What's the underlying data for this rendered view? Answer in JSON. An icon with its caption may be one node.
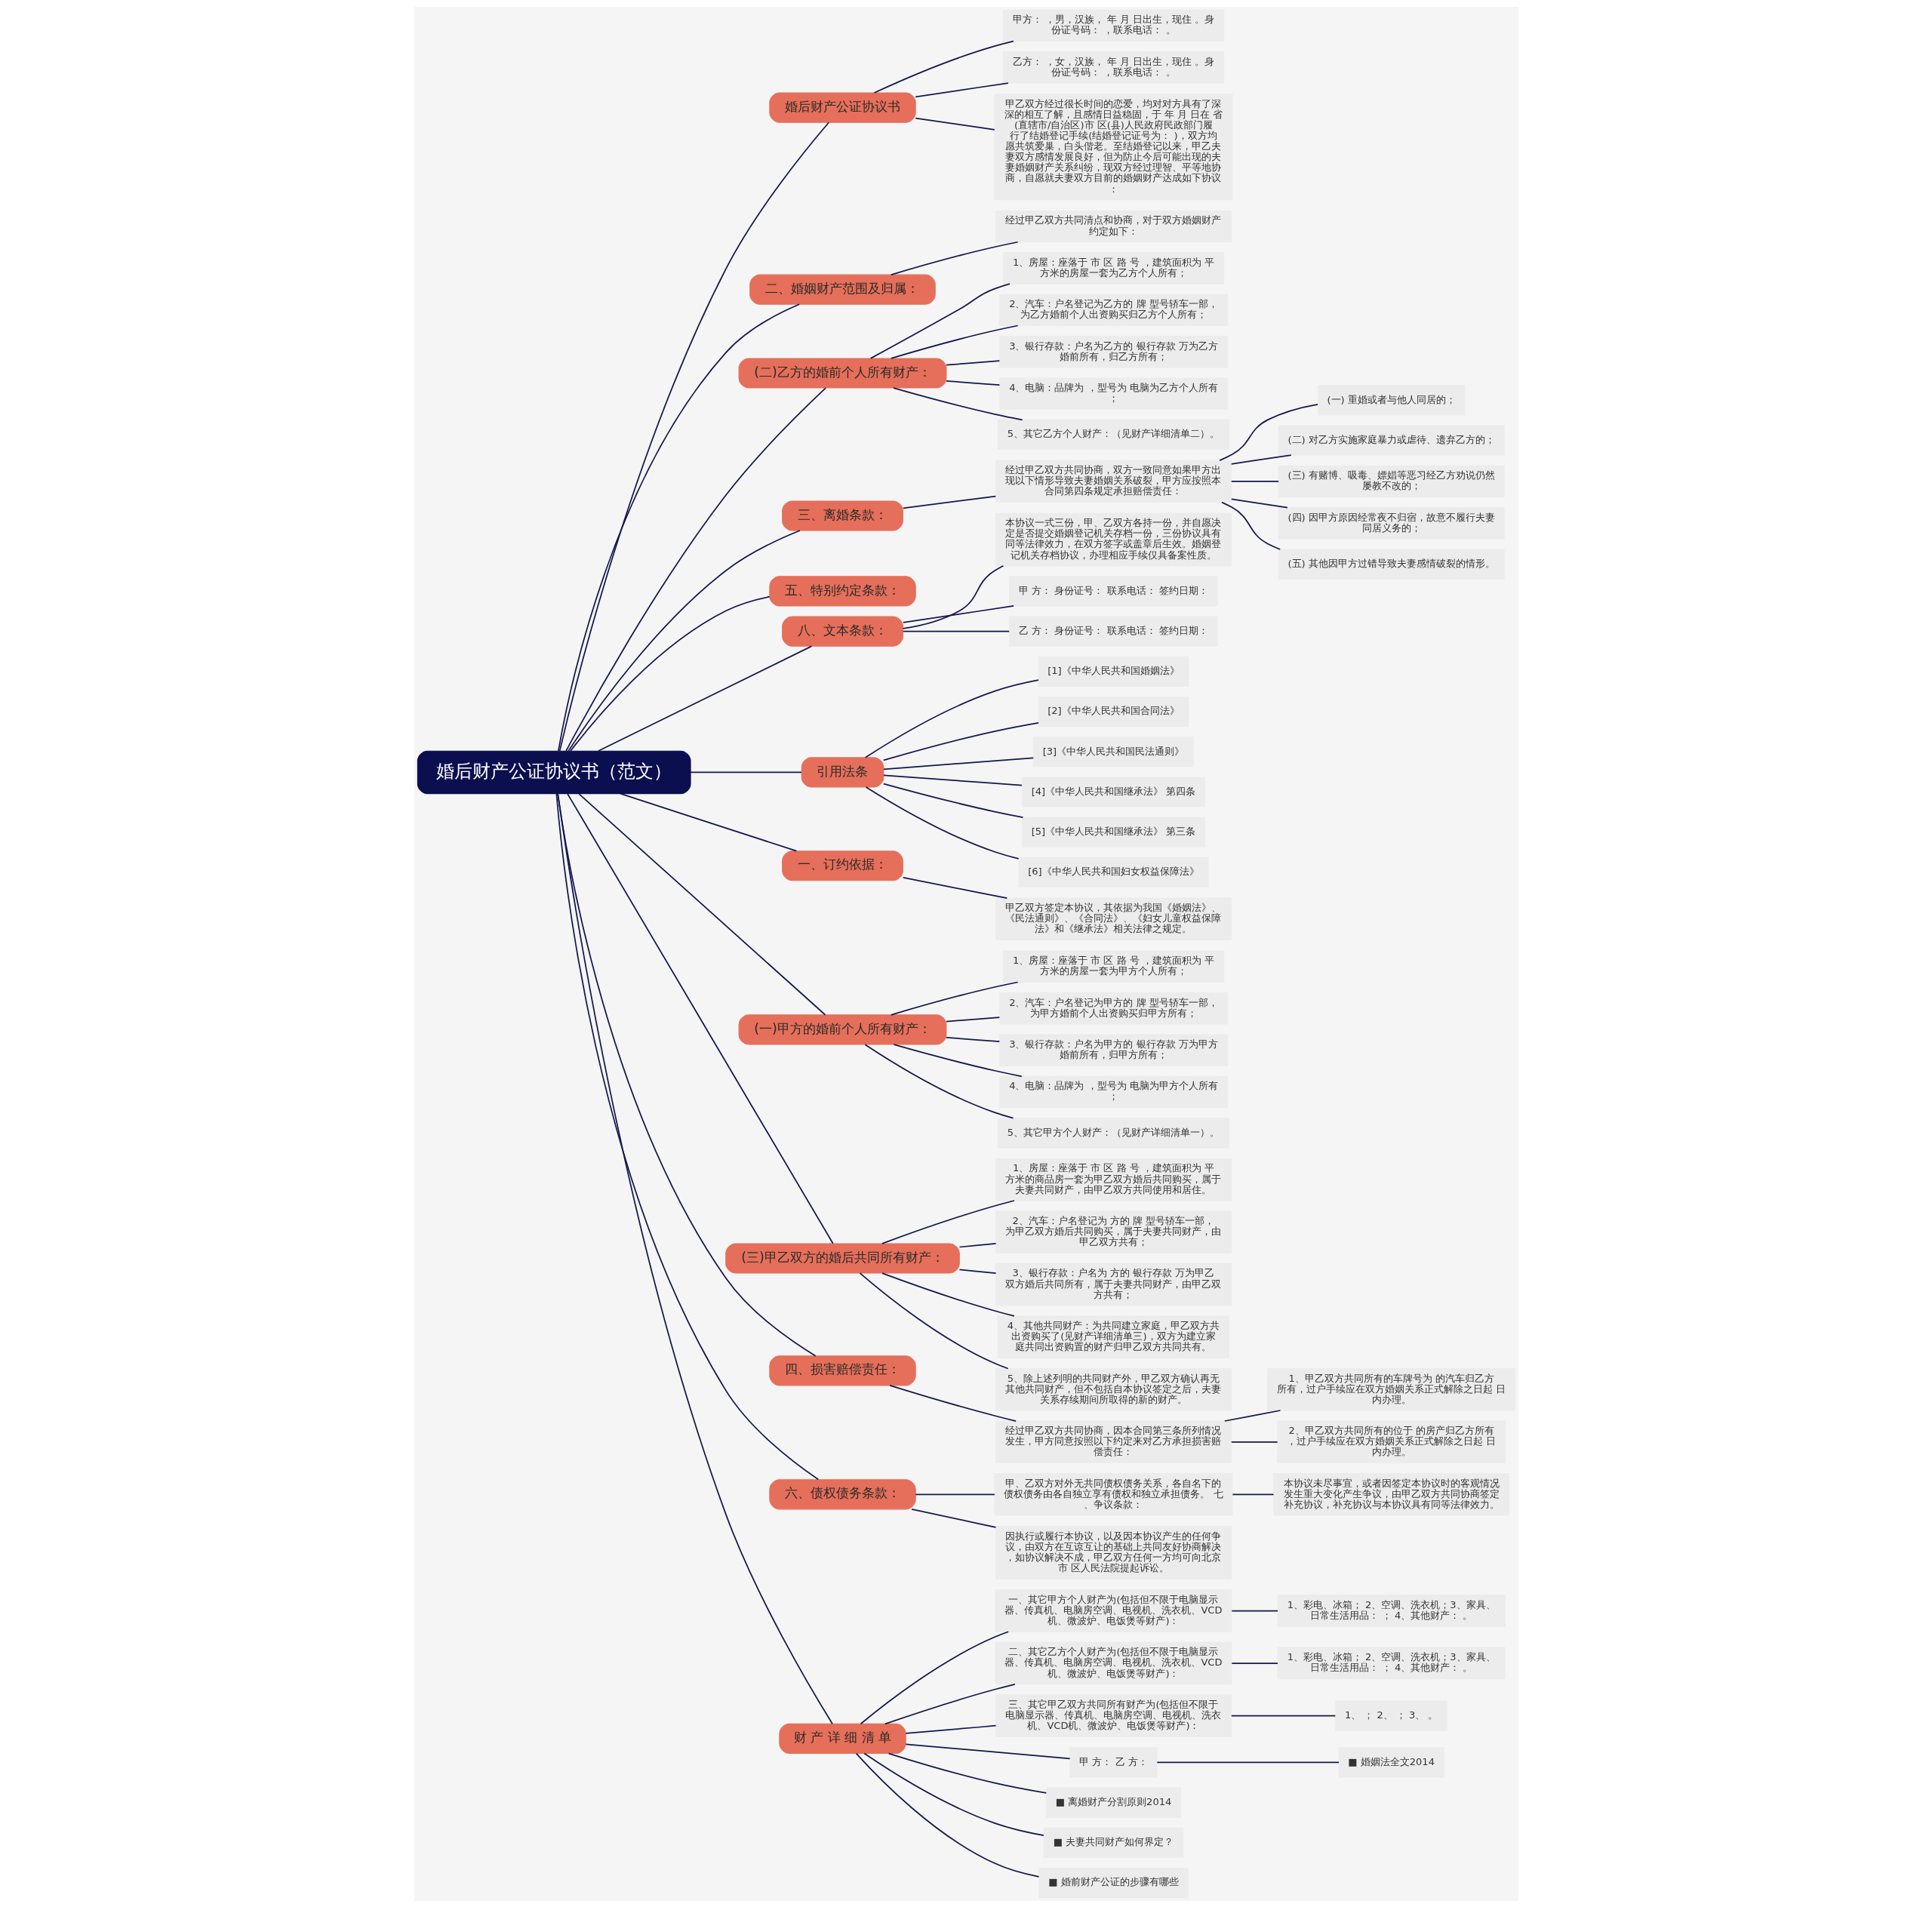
{
  "diagram": {
    "nodes": [
      {
        "text": [
          "婚后财产公证协议书（范文）"
        ]
      },
      {
        "text": [
          "婚后财产公证协议书"
        ]
      },
      {
        "text": [
          "甲方： ，男，汉族， 年 月 日出生，现住 。身份证号码： ，联系电话： 。"
        ]
      },
      {
        "text": [
          "乙方： ，女，汉族， 年 月 日出生，现住 。身份证号码： ，联系电话： 。"
        ]
      },
      {
        "text": [
          "甲乙双方经过很长时间的恋爱，均对对方具有了深深的相互了解，且感情日益稳固，于 年 月 日在 省(直辖市/自治区)市 区(县)人民政府民政部门履行了结婚登记手续(结婚登记证号为： )，双方均愿共筑爱巢，白头偕老。至结婚登记以来，甲乙夫妻双方感情发展良好，但为防止今后可能出现的夫妻婚姻财产关系纠纷，现双方经过理智、平等地协商，自愿就夫妻双方目前的婚姻财产达成如下协议："
        ]
      },
      {
        "text": [
          "二、婚姻财产范围及归属："
        ]
      },
      {
        "text": [
          "经过甲乙双方共同清点和协商，对于双方婚姻财产约定如下："
        ]
      },
      {
        "text": [
          "(二)乙方的婚前个人所有财产："
        ]
      },
      {
        "text": [
          "1、房屋：座落于 市 区 路 号 ，建筑面积为 平方米的房屋一套为乙方个人所有；"
        ]
      },
      {
        "text": [
          "2、汽车：户名登记为乙方的 牌 型号轿车一部，为乙方婚前个人出资购买归乙方个人所有；"
        ]
      },
      {
        "text": [
          "3、银行存款：户名为乙方的 银行存款 万为乙方婚前所有，归乙方所有；"
        ]
      },
      {
        "text": [
          "4、电脑：品牌为 ，型号为 电脑为乙方个人所有；"
        ]
      },
      {
        "text": [
          "5、其它乙方个人财产：（见财产详细清单二）。"
        ]
      },
      {
        "text": [
          "三、离婚条款："
        ]
      },
      {
        "text": [
          "经过甲乙双方共同协商，双方一致同意如果甲方出现以下情形导致夫妻婚姻关系破裂，甲方应按照本合同第四条规定承担赔偿责任："
        ]
      },
      {
        "text": [
          "(一) 重婚或者与他人同居的；"
        ]
      },
      {
        "text": [
          "(二) 对乙方实施家庭暴力或虐待、遗弃乙方的；"
        ]
      },
      {
        "text": [
          "(三) 有赌博、吸毒、嫖娼等恶习经乙方劝说仍然屡教不改的；"
        ]
      },
      {
        "text": [
          "(四) 因甲方原因经常夜不归宿，故意不履行夫妻同居义务的；"
        ]
      },
      {
        "text": [
          "(五) 其他因甲方过错导致夫妻感情破裂的情形。"
        ]
      },
      {
        "text": [
          "五、特别约定条款："
        ]
      },
      {
        "text": [
          "八、文本条款："
        ]
      },
      {
        "text": [
          "本协议一式三份，甲、乙双方各持一份，并自愿决定是否提交婚姻登记机关存档一份，三份协议具有同等法律效力，在双方签字或盖章后生效。婚姻登记机关存档协议，办理相应手续仅具备案性质。"
        ]
      },
      {
        "text": [
          "甲 方： 身份证号： 联系电话： 签约日期："
        ]
      },
      {
        "text": [
          "乙 方： 身份证号： 联系电话： 签约日期："
        ]
      },
      {
        "text": [
          "引用法条"
        ]
      },
      {
        "text": [
          "[1]《中华人民共和国婚姻法》"
        ]
      },
      {
        "text": [
          "[2]《中华人民共和国合同法》"
        ]
      },
      {
        "text": [
          "[3]《中华人民共和国民法通则》"
        ]
      },
      {
        "text": [
          "[4]《中华人民共和国继承法》 第四条"
        ]
      },
      {
        "text": [
          "[5]《中华人民共和国继承法》 第三条"
        ]
      },
      {
        "text": [
          "[6]《中华人民共和国妇女权益保障法》"
        ]
      },
      {
        "text": [
          "一、订约依据："
        ]
      },
      {
        "text": [
          "甲乙双方签定本协议，其依据为我国《婚姻法》、《民法通则》、《合同法》、《妇女儿童权益保障法》和《继承法》相关法律之规定。"
        ]
      },
      {
        "text": [
          "(一)甲方的婚前个人所有财产："
        ]
      },
      {
        "text": [
          "1、房屋：座落于 市 区 路 号 ，建筑面积为 平方米的房屋一套为甲方个人所有；"
        ]
      },
      {
        "text": [
          "2、汽车：户名登记为甲方的 牌 型号轿车一部，为甲方婚前个人出资购买归甲方所有；"
        ]
      },
      {
        "text": [
          "3、银行存款：户名为甲方的 银行存款 万为甲方婚前所有，归甲方所有；"
        ]
      },
      {
        "text": [
          "4、电脑：品牌为 ，型号为 电脑为甲方个人所有；"
        ]
      },
      {
        "text": [
          "5、其它甲方个人财产：（见财产详细清单一）。"
        ]
      },
      {
        "text": [
          "(三)甲乙双方的婚后共同所有财产："
        ]
      },
      {
        "text": [
          "1、房屋：座落于 市 区 路 号 ，建筑面积为 平方米的商品房一套为甲乙双方婚后共同购买，属于夫妻共同财产，由甲乙双方共同使用和居住。"
        ]
      },
      {
        "text": [
          "2、汽车：户名登记为 方的 牌 型号轿车一部，为甲乙双方婚后共同购买，属于夫妻共同财产，由甲乙双方共有；"
        ]
      },
      {
        "text": [
          "3、银行存款：户名为 方的 银行存款 万为甲乙双方婚后共同所有，属于夫妻共同财产，由甲乙双方共有；"
        ]
      },
      {
        "text": [
          "4、其他共同财产：为共同建立家庭，甲乙双方共出资购买了(见财产详细清单三)，双方为建立家庭共同出资购置的财产归甲乙双方共同共有。"
        ]
      },
      {
        "text": [
          "5、除上述列明的共同财产外，甲乙双方确认再无其他共同财产，但不包括自本协议签定之后，夫妻关系存续期间所取得的新的财产。"
        ]
      },
      {
        "text": [
          "四、损害赔偿责任："
        ]
      },
      {
        "text": [
          "经过甲乙双方共同协商，因本合同第三条所列情况发生，甲方同意按照以下约定来对乙方承担损害赔偿责任："
        ]
      },
      {
        "text": [
          "1、甲乙双方共同所有的车牌号为 的汽车归乙方所有，过户手续应在双方婚姻关系正式解除之日起 日内办理。"
        ]
      },
      {
        "text": [
          "2、甲乙双方共同所有的位于 的房产归乙方所有，过户手续应在双方婚姻关系正式解除之日起 日内办理。"
        ]
      },
      {
        "text": [
          "六、债权债务条款："
        ]
      },
      {
        "text": [
          "甲、乙双方对外无共同债权债务关系，各自名下的债权债务由各自独立享有债权和独立承担债务。 七、争议条款："
        ]
      },
      {
        "text": [
          "本协议未尽事宜，或者因签定本协议时的客观情况发生重大变化产生争议，由甲乙双方共同协商签定补充协议，补充协议与本协议具有同等法律效力。"
        ]
      },
      {
        "text": [
          "因执行或履行本协议，以及因本协议产生的任何争议，由双方在互谅互让的基础上共同友好协商解决，如协议解决不成，甲乙双方任何一方均可向北京市 区人民法院提起诉讼。"
        ]
      },
      {
        "text": [
          "财 产 详 细 清 单"
        ]
      },
      {
        "text": [
          "一、其它甲方个人财产为(包括但不限于电脑显示器、传真机、电脑房空调、电视机、洗衣机、VCD机、微波炉、电饭煲等财产)："
        ]
      },
      {
        "text": [
          "1、彩电、冰箱； 2、空调、洗衣机；3、家具、日常生活用品： ； 4、其他财产： 。"
        ]
      },
      {
        "text": [
          "二、其它乙方个人财产为(包括但不限于电脑显示器、传真机、电脑房空调、电视机、洗衣机、VCD机、微波炉、电饭煲等财产)："
        ]
      },
      {
        "text": [
          "1、彩电、冰箱； 2、空调、洗衣机；3、家具、日常生活用品： ； 4、其他财产： 。"
        ]
      },
      {
        "text": [
          "三、其它甲乙双方共同所有财产为(包括但不限于电脑显示器、传真机、电脑房空调、电视机、洗衣机、VCD机、微波炉、电饭煲等财产)："
        ]
      },
      {
        "text": [
          "1、 ； 2、 ； 3、 。"
        ]
      },
      {
        "text": [
          "甲 方： 乙 方："
        ]
      },
      {
        "text": [
          "■ 婚姻法全文2014"
        ]
      },
      {
        "text": [
          "■ 离婚财产分割原则2014"
        ]
      },
      {
        "text": [
          "■ 夫妻共同财产如何界定？"
        ]
      },
      {
        "text": [
          "■ 婚前财产公证的步骤有哪些"
        ]
      }
    ],
    "edges": [
      {
        "from": 0,
        "to": 1,
        "arrow": "none"
      },
      {
        "from": 1,
        "to": 2,
        "arrow": "none"
      },
      {
        "from": 1,
        "to": 3,
        "arrow": "none"
      },
      {
        "from": 1,
        "to": 4,
        "arrow": "none"
      },
      {
        "from": 0,
        "to": 5,
        "arrow": "none"
      },
      {
        "from": 5,
        "to": 6,
        "arrow": "none"
      },
      {
        "from": 0,
        "to": 7,
        "arrow": "none"
      },
      {
        "from": 7,
        "to": 8,
        "arrow": "none"
      },
      {
        "from": 7,
        "to": 9,
        "arrow": "none"
      },
      {
        "from": 7,
        "to": 10,
        "arrow": "none"
      },
      {
        "from": 7,
        "to": 11,
        "arrow": "none"
      },
      {
        "from": 7,
        "to": 12,
        "arrow": "none"
      },
      {
        "from": 0,
        "to": 13,
        "arrow": "none"
      },
      {
        "from": 13,
        "to": 14,
        "arrow": "none"
      },
      {
        "from": 14,
        "to": 15,
        "arrow": "none"
      },
      {
        "from": 14,
        "to": 16,
        "arrow": "none"
      },
      {
        "from": 14,
        "to": 17,
        "arrow": "none"
      },
      {
        "from": 14,
        "to": 18,
        "arrow": "none"
      },
      {
        "from": 14,
        "to": 19,
        "arrow": "none"
      },
      {
        "from": 0,
        "to": 20,
        "arrow": "none"
      },
      {
        "from": 0,
        "to": 21,
        "arrow": "none"
      },
      {
        "from": 21,
        "to": 22,
        "arrow": "none"
      },
      {
        "from": 21,
        "to": 23,
        "arrow": "none"
      },
      {
        "from": 21,
        "to": 24,
        "arrow": "none"
      },
      {
        "from": 0,
        "to": 25,
        "arrow": "none"
      },
      {
        "from": 25,
        "to": 26,
        "arrow": "none"
      },
      {
        "from": 25,
        "to": 27,
        "arrow": "none"
      },
      {
        "from": 25,
        "to": 28,
        "arrow": "none"
      },
      {
        "from": 25,
        "to": 29,
        "arrow": "none"
      },
      {
        "from": 25,
        "to": 30,
        "arrow": "none"
      },
      {
        "from": 25,
        "to": 31,
        "arrow": "none"
      },
      {
        "from": 0,
        "to": 32,
        "arrow": "none"
      },
      {
        "from": 32,
        "to": 33,
        "arrow": "none"
      },
      {
        "from": 0,
        "to": 34,
        "arrow": "none"
      },
      {
        "from": 34,
        "to": 35,
        "arrow": "none"
      },
      {
        "from": 34,
        "to": 36,
        "arrow": "none"
      },
      {
        "from": 34,
        "to": 37,
        "arrow": "none"
      },
      {
        "from": 34,
        "to": 38,
        "arrow": "none"
      },
      {
        "from": 34,
        "to": 39,
        "arrow": "none"
      },
      {
        "from": 0,
        "to": 40,
        "arrow": "none"
      },
      {
        "from": 40,
        "to": 41,
        "arrow": "none"
      },
      {
        "from": 40,
        "to": 42,
        "arrow": "none"
      },
      {
        "from": 40,
        "to": 43,
        "arrow": "none"
      },
      {
        "from": 40,
        "to": 44,
        "arrow": "none"
      },
      {
        "from": 40,
        "to": 45,
        "arrow": "none"
      },
      {
        "from": 0,
        "to": 46,
        "arrow": "none"
      },
      {
        "from": 46,
        "to": 47,
        "arrow": "none"
      },
      {
        "from": 47,
        "to": 48,
        "arrow": "none"
      },
      {
        "from": 47,
        "to": 49,
        "arrow": "none"
      },
      {
        "from": 0,
        "to": 50,
        "arrow": "none"
      },
      {
        "from": 50,
        "to": 51,
        "arrow": "none"
      },
      {
        "from": 51,
        "to": 52,
        "arrow": "none"
      },
      {
        "from": 50,
        "to": 53,
        "arrow": "none"
      },
      {
        "from": 0,
        "to": 54,
        "arrow": "none"
      },
      {
        "from": 54,
        "to": 55,
        "arrow": "none"
      },
      {
        "from": 55,
        "to": 56,
        "arrow": "none"
      },
      {
        "from": 54,
        "to": 57,
        "arrow": "none"
      },
      {
        "from": 57,
        "to": 58,
        "arrow": "none"
      },
      {
        "from": 54,
        "to": 59,
        "arrow": "none"
      },
      {
        "from": 59,
        "to": 60,
        "arrow": "none"
      },
      {
        "from": 54,
        "to": 61,
        "arrow": "none"
      },
      {
        "from": 61,
        "to": 62,
        "arrow": "none"
      },
      {
        "from": 54,
        "to": 63,
        "arrow": "none"
      },
      {
        "from": 54,
        "to": 64,
        "arrow": "none"
      },
      {
        "from": 54,
        "to": 65,
        "arrow": "none"
      }
    ]
  }
}
